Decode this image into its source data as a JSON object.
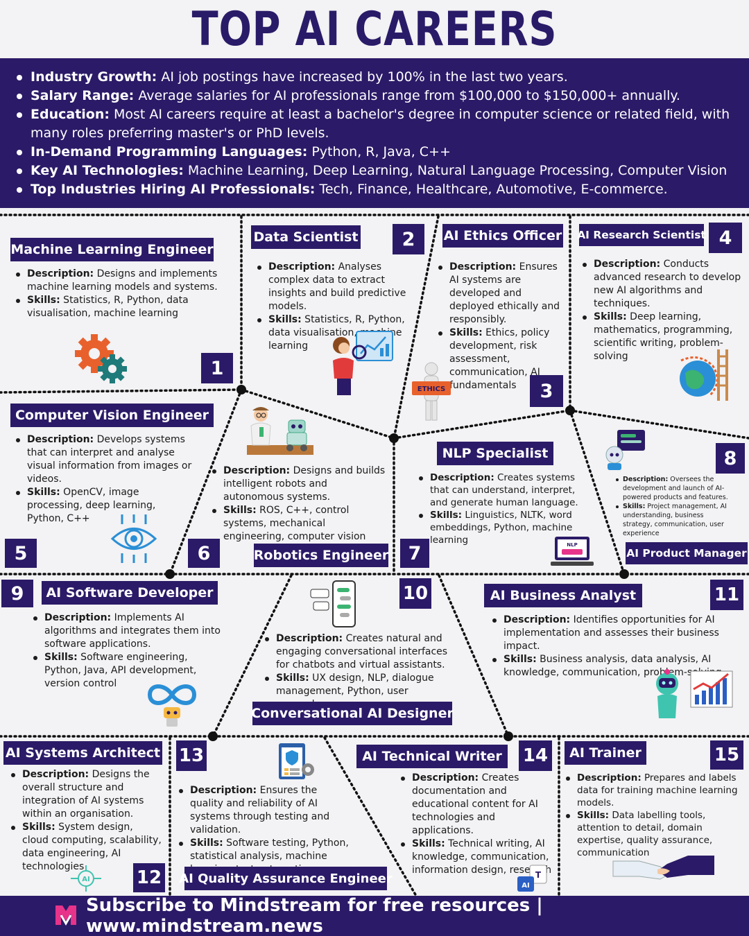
{
  "title": "TOP AI CAREERS",
  "summary": [
    {
      "label": "Industry Growth",
      "sep": ":",
      "text": " AI job postings have increased by 100% in the last two years."
    },
    {
      "label": "Salary Range:",
      "sep": "",
      "text": " Average salaries for AI professionals range from $100,000 to $150,000+ annually."
    },
    {
      "label": "Education:",
      "sep": "",
      "text": " Most AI careers require at least a bachelor's degree in computer science or related field, with many roles preferring master's or PhD levels."
    },
    {
      "label": "In-Demand Programming Languages:",
      "sep": "",
      "text": " Python, R, Java, C++"
    },
    {
      "label": "Key AI Technologies:",
      "sep": "",
      "text": " Machine Learning, Deep Learning, Natural Language Processing, Computer Vision"
    },
    {
      "label": "Top Industries Hiring AI Professionals:",
      "sep": "",
      "text": " Tech, Finance, Healthcare, Automotive, E-commerce."
    }
  ],
  "labels": {
    "description": "Description:",
    "skills": "Skills:"
  },
  "careers": [
    {
      "num": "1",
      "title": "Machine Learning Engineer",
      "description": " Designs and implements machine learning models and systems.",
      "skills": " Statistics, R, Python, data visualisation, machine learning"
    },
    {
      "num": "2",
      "title": "Data Scientist",
      "description": " Analyses complex data to extract insights and build predictive models.",
      "skills": " Statistics, R, Python, data visualisation, machine learning"
    },
    {
      "num": "3",
      "title": "AI Ethics Officer",
      "description": " Ensures AI systems are developed and deployed ethically and responsibly.",
      "skills": " Ethics, policy development, risk assessment, communication, AI fundamentals"
    },
    {
      "num": "4",
      "title": "AI Research Scientist",
      "description": " Conducts advanced research to develop new AI algorithms and techniques.",
      "skills": " Deep learning, mathematics, programming, scientific writing, problem-solving"
    },
    {
      "num": "5",
      "title": "Computer Vision Engineer",
      "description": " Develops systems that can interpret and analyse visual information from images or videos.",
      "skills": " OpenCV, image processing, deep learning, Python, C++"
    },
    {
      "num": "6",
      "title": "Robotics Engineer",
      "description": " Designs and builds intelligent robots and autonomous systems.",
      "skills": " ROS, C++, control systems, mechanical engineering, computer vision"
    },
    {
      "num": "7",
      "title": "NLP Specialist",
      "description": " Creates systems that can understand, interpret, and generate human language.",
      "skills": " Linguistics, NLTK, word embeddings, Python, machine learning"
    },
    {
      "num": "8",
      "title": "AI Product Manager",
      "description": " Oversees the development and launch of AI-powered products and features.",
      "skills": " Project management, AI understanding, business strategy, communication, user experience"
    },
    {
      "num": "9",
      "title": "AI Software Developer",
      "description": " Implements AI algorithms and integrates them into software applications.",
      "skills": " Software engineering, Python, Java, API development, version control"
    },
    {
      "num": "10",
      "title": "Conversational AI Designer",
      "description": " Creates natural and engaging conversational interfaces for chatbots and virtual assistants.",
      "skills": " UX design, NLP, dialogue management, Python, user research"
    },
    {
      "num": "11",
      "title": "AI Business Analyst",
      "description": " Identifies opportunities for AI implementation and assesses their business impact.",
      "skills": " Business analysis, data analysis, AI knowledge, communication, problem-solving"
    },
    {
      "num": "12",
      "title": "AI Systems Architect",
      "description": " Designs the overall structure and integration of AI systems within an organisation.",
      "skills": " System design, cloud computing, scalability, data engineering, AI technologies"
    },
    {
      "num": "13",
      "title": "AI Quality Assurance Engineer",
      "description": " Ensures the quality and reliability of AI systems through testing and validation.",
      "skills": " Software testing, Python, statistical analysis, machine learning, test automation"
    },
    {
      "num": "14",
      "title": "AI Technical Writer",
      "description": " Creates documentation and educational content for AI technologies and applications.",
      "skills": " Technical writing, AI knowledge, communication, information design, research"
    },
    {
      "num": "15",
      "title": "AI Trainer",
      "description": " Prepares and labels data for training machine learning models.",
      "skills": " Data labelling tools, attention to detail, domain expertise, quality assurance, communication"
    }
  ],
  "icon_text": {
    "ethics_sign": "ETHICS",
    "nlp_screen": "NLP",
    "writer_ai": "AI",
    "writer_t": "T",
    "architect_ai": "AI"
  },
  "footer": {
    "text": "Subscribe to Mindstream for free resources | www.mindstream.news"
  },
  "colors": {
    "navy": "#2b1a67",
    "background": "#f3f2f4",
    "accent_orange": "#e8612c",
    "accent_teal": "#1f7a7a",
    "accent_blue": "#2a8fd6",
    "brand_pink": "#e8338a"
  }
}
